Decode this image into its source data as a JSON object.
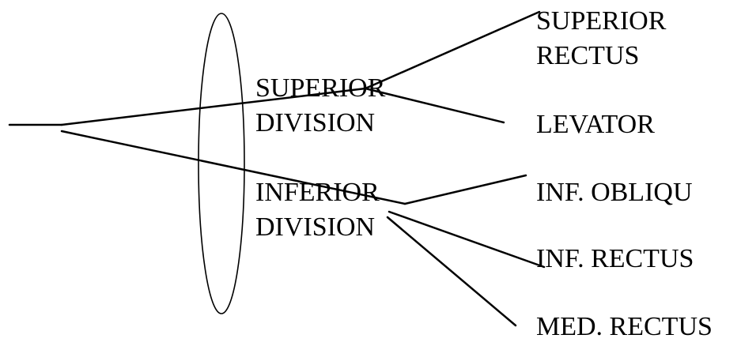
{
  "diagram": {
    "colors": {
      "stroke": "#000000",
      "text": "#000000",
      "background": "#ffffff"
    },
    "divisions": {
      "superior": {
        "line1": "SUPERIOR",
        "line2": "DIVISION"
      },
      "inferior": {
        "line1": "INFERIOR",
        "line2": "DIVISION"
      }
    },
    "muscles": {
      "superior_rectus": {
        "line1": "SUPERIOR",
        "line2": "RECTUS"
      },
      "levator": "LEVATOR",
      "inferior_oblique": "INF. OBLIQU",
      "inferior_rectus": "INF. RECTUS",
      "medial_rectus": "MED. RECTUS"
    }
  }
}
